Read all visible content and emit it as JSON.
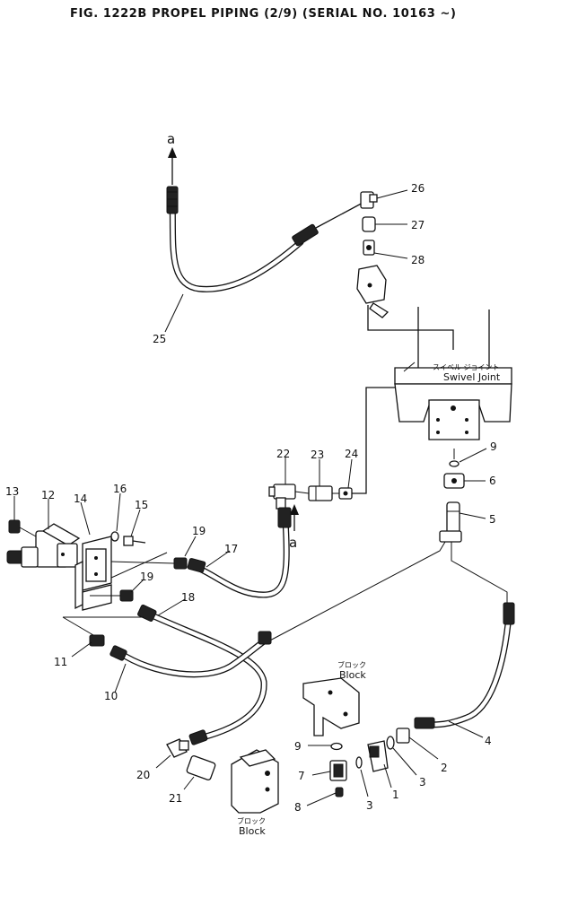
{
  "title": "FIG. 1222B   PROPEL PIPING (2/9) (SERIAL NO. 10163 ~)",
  "arrow_labels": {
    "top": "a",
    "bottom": "a"
  },
  "swivel_joint": {
    "jp": "スイベル ジョイント",
    "en": "Swivel Joint"
  },
  "block_upper": {
    "jp": "ブロック",
    "en": "Block"
  },
  "block_lower": {
    "jp": "ブロック",
    "en": "Block"
  },
  "callouts": {
    "c1": "1",
    "c2": "2",
    "c3a": "3",
    "c3b": "3",
    "c4": "4",
    "c5": "5",
    "c6": "6",
    "c7": "7",
    "c8": "8",
    "c9a": "9",
    "c9b": "9",
    "c10": "10",
    "c11": "11",
    "c12": "12",
    "c13": "13",
    "c14": "14",
    "c15": "15",
    "c16": "16",
    "c17": "17",
    "c18": "18",
    "c19a": "19",
    "c19b": "19",
    "c20": "20",
    "c21": "21",
    "c22": "22",
    "c23": "23",
    "c24": "24",
    "c25": "25",
    "c26": "26",
    "c27": "27",
    "c28": "28"
  }
}
